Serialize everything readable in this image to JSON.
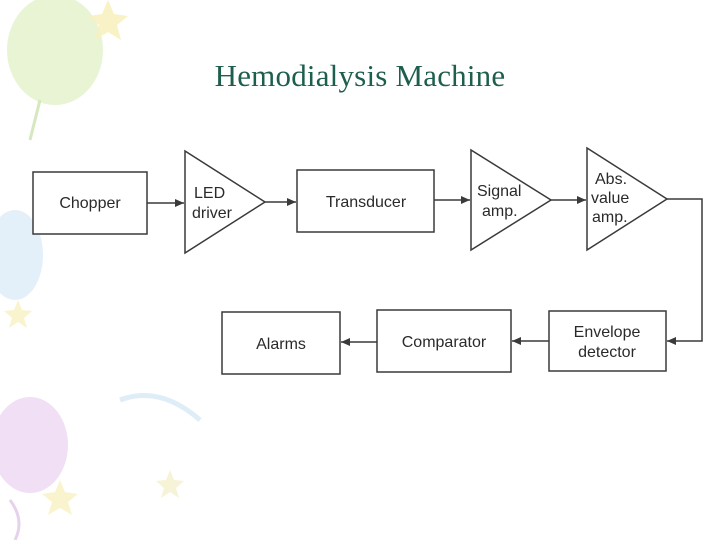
{
  "slide": {
    "title": "Hemodialysis Machine"
  },
  "diagram": {
    "blocks": {
      "chopper": "Chopper",
      "led_driver": [
        "LED",
        "driver"
      ],
      "transducer": "Transducer",
      "signal_amp": [
        "Signal",
        "amp."
      ],
      "abs_value_amp": [
        "Abs.",
        "value",
        "amp."
      ],
      "envelope_detector": [
        "Envelope",
        "detector"
      ],
      "comparator": "Comparator",
      "alarms": "Alarms"
    }
  },
  "colors": {
    "title": "#1e5e4e",
    "line": "#3a3a3a",
    "balloon_green": "#dff0c4",
    "balloon_blue": "#dcecf7",
    "balloon_purple": "#ecd9f2",
    "star_yellow": "#f6f0b8"
  }
}
